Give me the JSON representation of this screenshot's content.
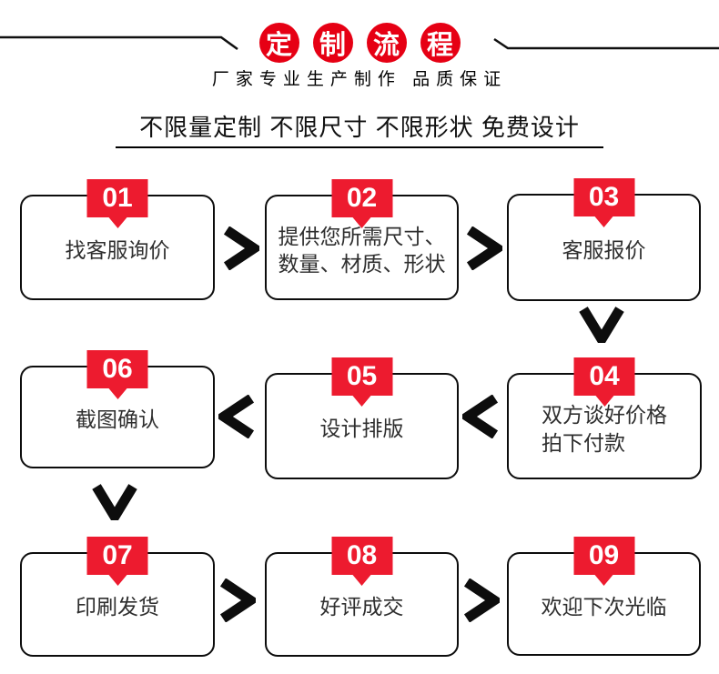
{
  "header": {
    "title_badge_chars": [
      "定",
      "制",
      "流",
      "程"
    ],
    "subtitle": "厂家专业生产制作 品质保证",
    "tagline": "不限量定制 不限尺寸 不限形状 免费设计"
  },
  "flow": {
    "steps": [
      {
        "num": "01",
        "text": "找客服询价"
      },
      {
        "num": "02",
        "text": "提供您所需尺寸、\n数量、材质、形状"
      },
      {
        "num": "03",
        "text": "客服报价"
      },
      {
        "num": "04",
        "text": "双方谈好价格\n拍下付款"
      },
      {
        "num": "05",
        "text": "设计排版"
      },
      {
        "num": "06",
        "text": "截图确认"
      },
      {
        "num": "07",
        "text": "印刷发货"
      },
      {
        "num": "08",
        "text": "好评成交"
      },
      {
        "num": "09",
        "text": "欢迎下次光临"
      }
    ]
  },
  "colors": {
    "circle_red": "#e60014",
    "badge_red": "#ed1b2f",
    "line_black": "#0d0d0d"
  }
}
